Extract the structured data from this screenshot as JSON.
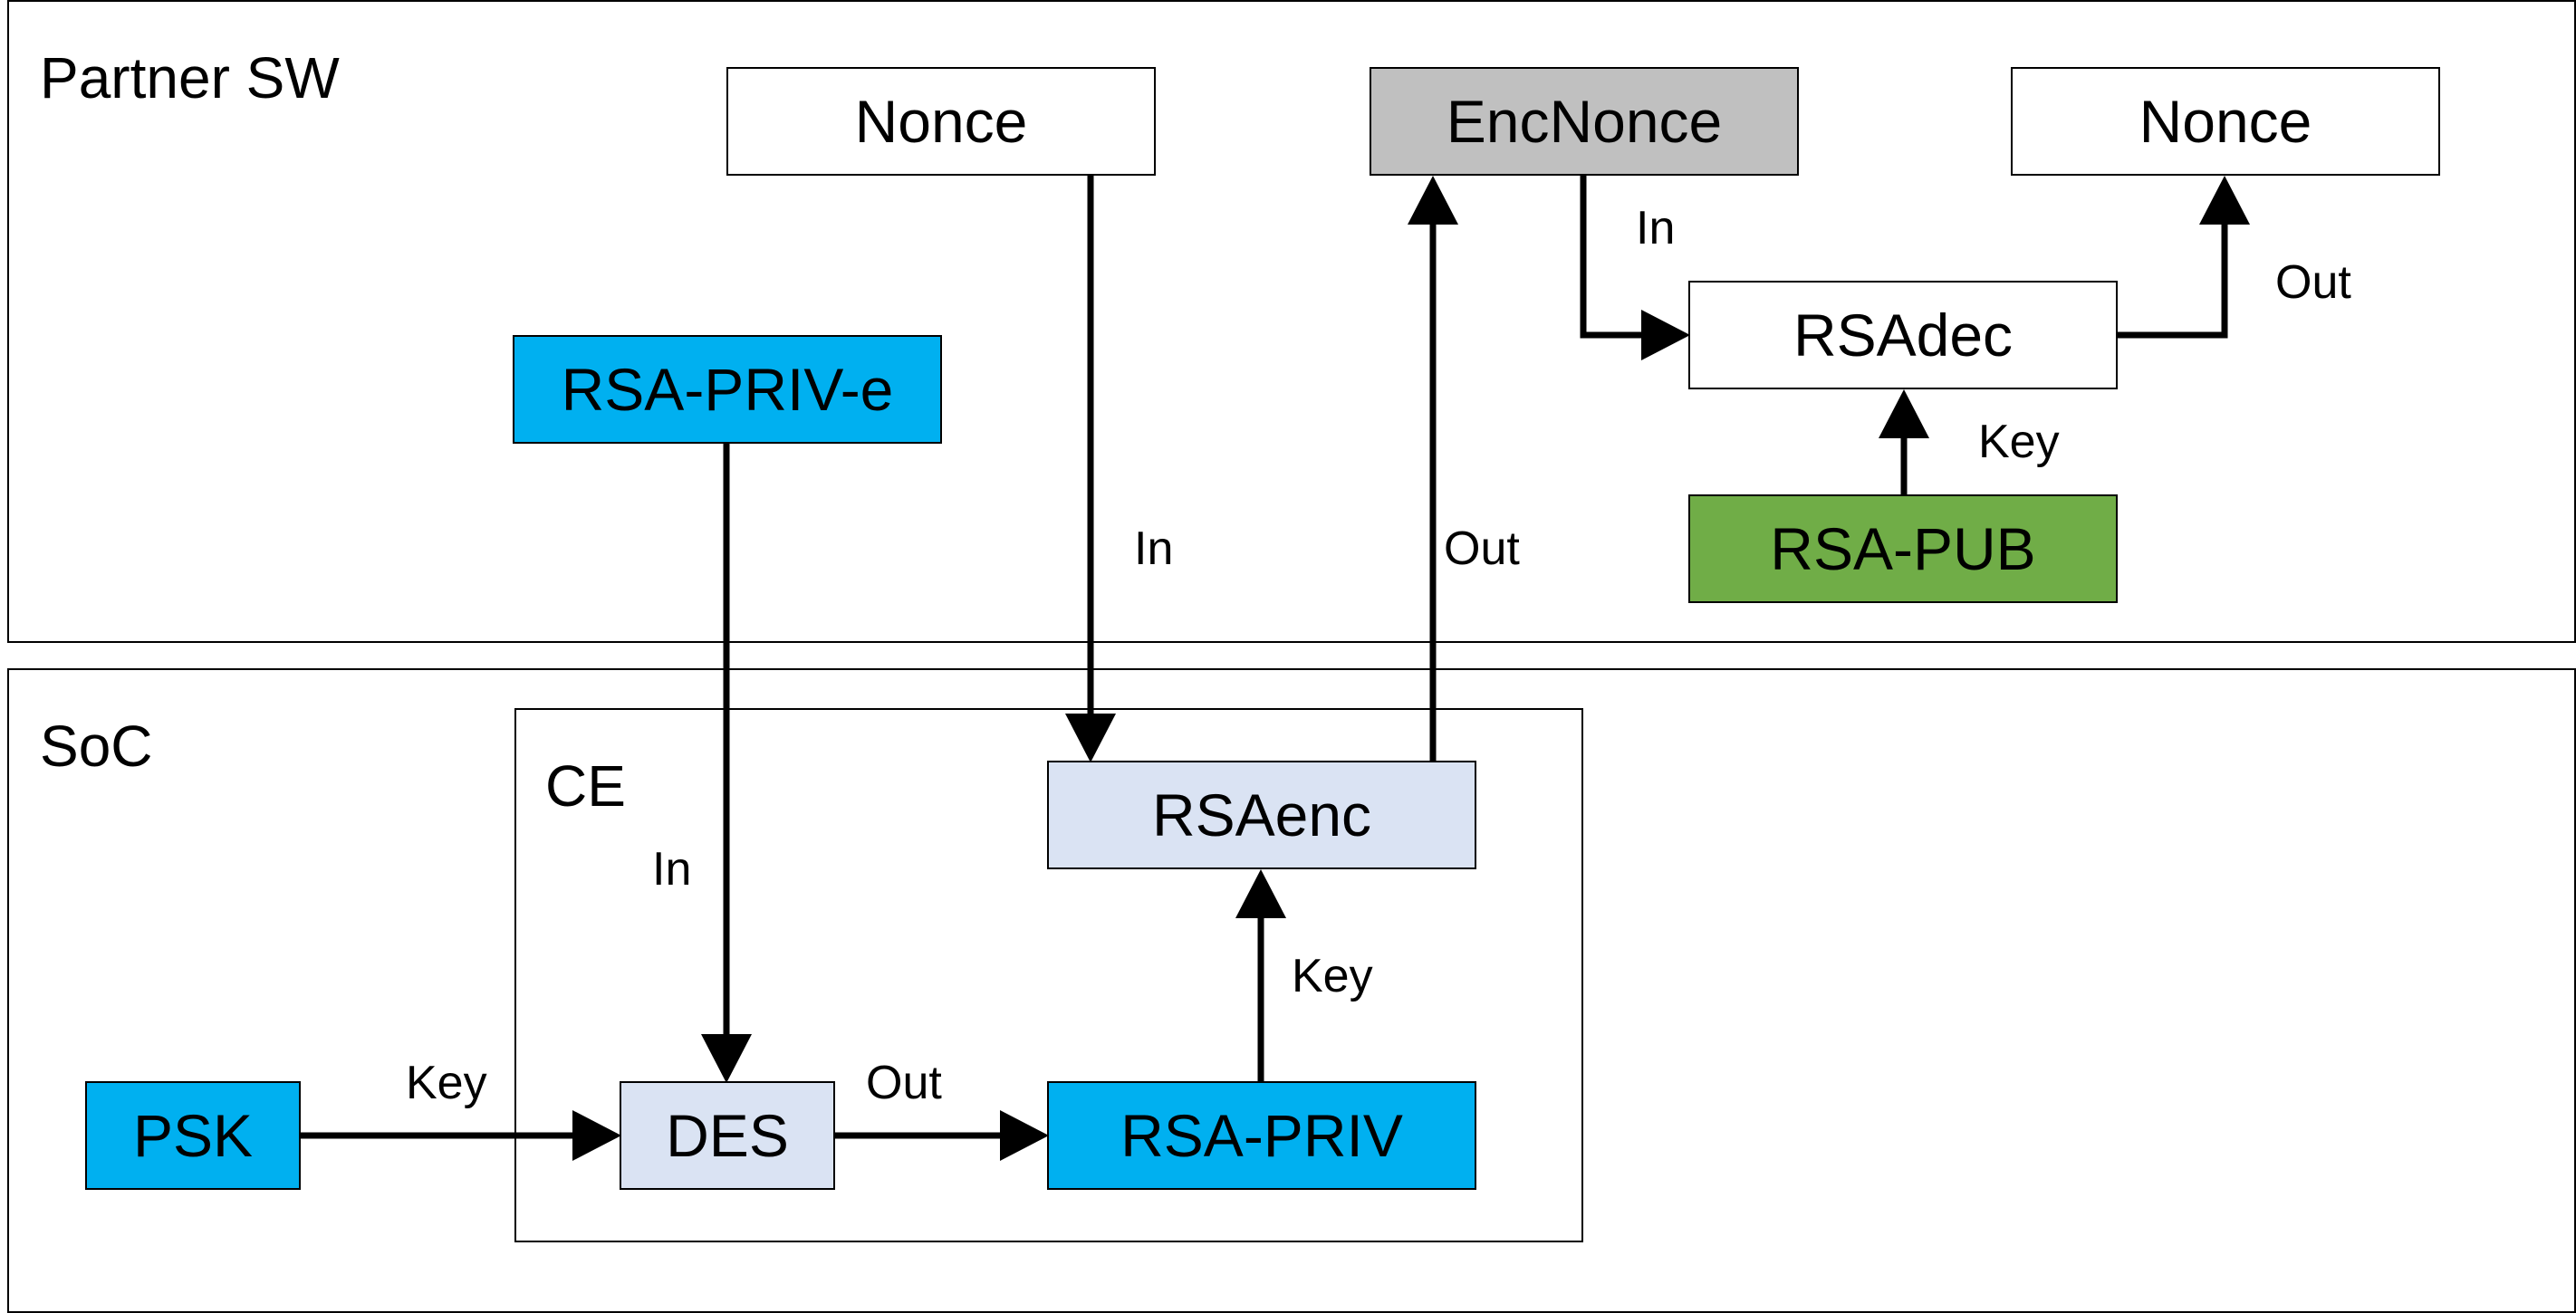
{
  "regions": {
    "partner_sw": "Partner SW",
    "soc": "SoC",
    "ce": "CE"
  },
  "nodes": {
    "nonce_in": "Nonce",
    "enc_nonce": "EncNonce",
    "nonce_out": "Nonce",
    "rsa_priv_e": "RSA-PRIV-e",
    "rsa_dec": "RSAdec",
    "rsa_pub": "RSA-PUB",
    "rsa_enc": "RSAenc",
    "psk": "PSK",
    "des": "DES",
    "rsa_priv": "RSA-PRIV"
  },
  "edge_labels": {
    "nonce_to_rsaenc": "In",
    "rsaenc_to_encnonce": "Out",
    "encnonce_to_rsadec": "In",
    "rsadec_to_nonce": "Out",
    "rsapub_to_rsadec": "Key",
    "rsaprive_to_des": "In",
    "psk_to_des": "Key",
    "des_to_rsapriv": "Out",
    "rsapriv_to_rsaenc": "Key"
  },
  "colors": {
    "plain": "#ffffff",
    "encrypted": "#c0c0c0",
    "key_blue": "#00b0f0",
    "key_green": "#70ad47",
    "engine": "#dae3f3",
    "line": "#000000"
  }
}
